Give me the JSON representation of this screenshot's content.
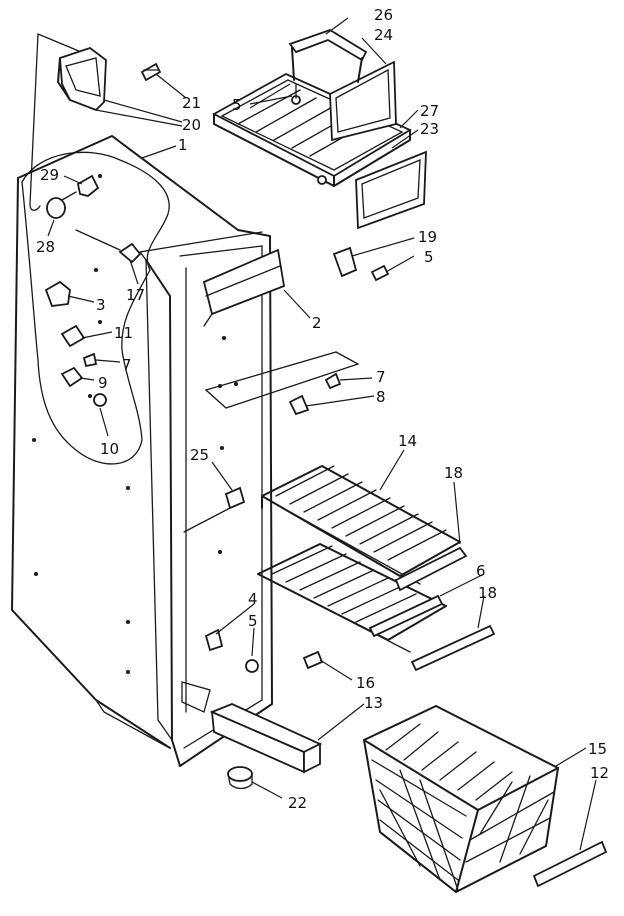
{
  "callouts": [
    {
      "id": "c26",
      "text": "26"
    },
    {
      "id": "c24",
      "text": "24"
    },
    {
      "id": "c21",
      "text": "21"
    },
    {
      "id": "c5a",
      "text": "5"
    },
    {
      "id": "c20",
      "text": "20"
    },
    {
      "id": "c27",
      "text": "27"
    },
    {
      "id": "c23",
      "text": "23"
    },
    {
      "id": "c1",
      "text": "1"
    },
    {
      "id": "c29",
      "text": "29"
    },
    {
      "id": "c28",
      "text": "28"
    },
    {
      "id": "c19",
      "text": "19"
    },
    {
      "id": "c5b",
      "text": "5"
    },
    {
      "id": "c17",
      "text": "17"
    },
    {
      "id": "c3",
      "text": "3"
    },
    {
      "id": "c2",
      "text": "2"
    },
    {
      "id": "c11",
      "text": "11"
    },
    {
      "id": "c7a",
      "text": "7"
    },
    {
      "id": "c9",
      "text": "9"
    },
    {
      "id": "c7b",
      "text": "7"
    },
    {
      "id": "c8",
      "text": "8"
    },
    {
      "id": "c10",
      "text": "10"
    },
    {
      "id": "c25",
      "text": "25"
    },
    {
      "id": "c14",
      "text": "14"
    },
    {
      "id": "c18a",
      "text": "18"
    },
    {
      "id": "c6",
      "text": "6"
    },
    {
      "id": "c4",
      "text": "4"
    },
    {
      "id": "c5c",
      "text": "5"
    },
    {
      "id": "c18b",
      "text": "18"
    },
    {
      "id": "c16",
      "text": "16"
    },
    {
      "id": "c13",
      "text": "13"
    },
    {
      "id": "c15",
      "text": "15"
    },
    {
      "id": "c12",
      "text": "12"
    },
    {
      "id": "c22",
      "text": "22"
    }
  ]
}
